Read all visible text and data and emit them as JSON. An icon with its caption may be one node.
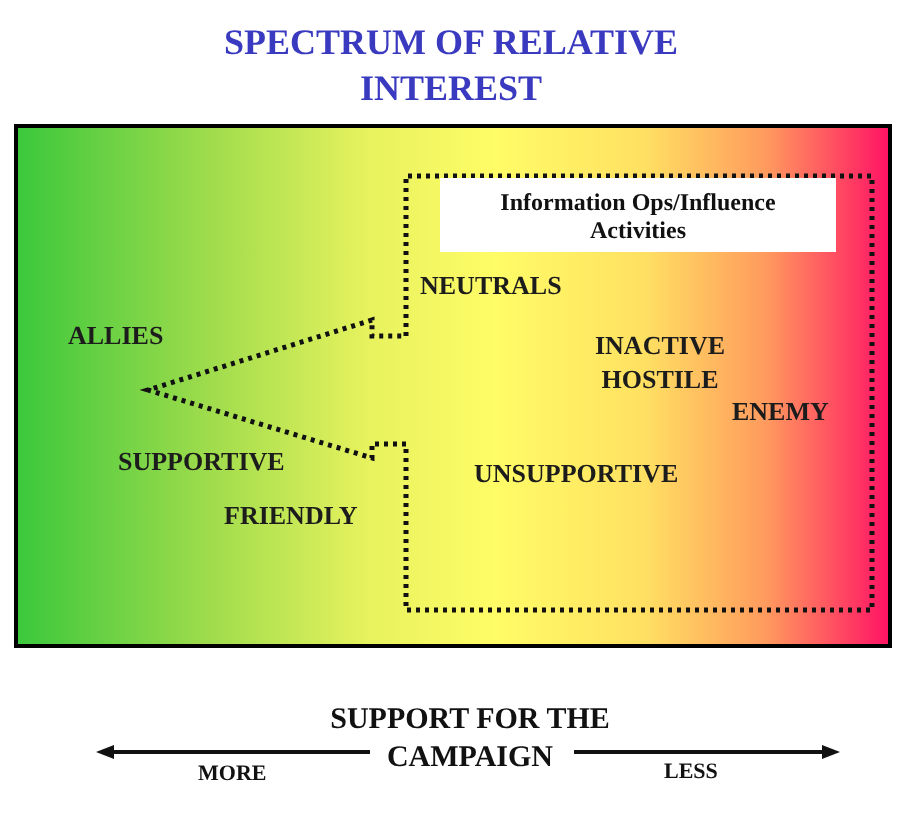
{
  "diagram": {
    "title": "SPECTRUM OF RELATIVE INTEREST",
    "nodes": [
      {
        "text": [
          "ALLIES",
          "SUPPORTIVE",
          "FRIENDLY"
        ]
      },
      {
        "text": [
          "NEUTRALS",
          "INACTIVE HOSTILE",
          "ENEMY",
          "UNSUPPORTIVE"
        ],
        "in": 0
      },
      {
        "text": [
          "Information Ops/Influence Activities"
        ],
        "in": 1
      }
    ],
    "labels": [
      "SUPPORT FOR THE CAMPAIGN",
      "MORE",
      "LESS"
    ]
  }
}
